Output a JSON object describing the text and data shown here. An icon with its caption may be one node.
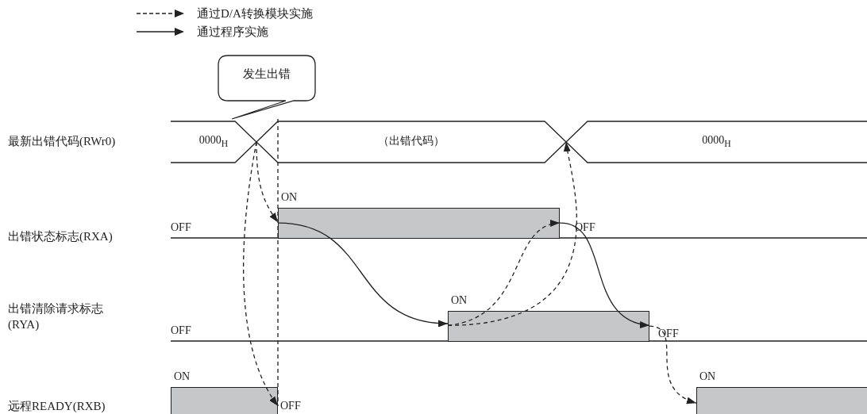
{
  "diagram": {
    "nodes": [
      {
        "text": [
          "发生出错"
        ]
      },
      {
        "text": [
          "0000$_{H}$"
        ]
      },
      {
        "text": [
          "（出错代码）"
        ]
      },
      {
        "text": [
          "0000$_{H}$"
        ]
      },
      {
        "text": [],
        "shape": "bar",
        "beside": [
          "ON"
        ]
      },
      {
        "text": [],
        "shape": "bar",
        "beside": [
          "ON"
        ]
      },
      {
        "text": [],
        "shape": "bar",
        "beside": [
          "ON"
        ]
      },
      {
        "text": [],
        "shape": "bar",
        "beside": [
          "ON"
        ]
      }
    ],
    "edges": [
      {
        "from": 2,
        "to": 4,
        "arrow": "to",
        "style": "dashed"
      },
      {
        "from": 2,
        "to": 6,
        "arrow": "to",
        "style": "dashed"
      },
      {
        "from": 4,
        "to": 5,
        "arrow": "to"
      },
      {
        "from": 5,
        "to": 3,
        "arrow": "to",
        "style": "dashed"
      },
      {
        "from": 5,
        "to": 4,
        "arrow": "to",
        "style": "dashed"
      },
      {
        "from": 4,
        "to": 5,
        "arrow": "to"
      },
      {
        "from": 5,
        "to": 7,
        "arrow": "to",
        "style": "dashed"
      }
    ],
    "labels": [
      "最新出错代码(RWr0)",
      "出错状态标志(RXA)",
      "OFF",
      "OFF",
      "出错清除请求标志(RYA)",
      "OFF",
      "OFF",
      "远程READY(RXB)",
      "OFF"
    ],
    "legend": [
      {
        "text": "通过D/A转换模块实施"
      },
      {
        "text": "通过程序实施"
      }
    ]
  }
}
